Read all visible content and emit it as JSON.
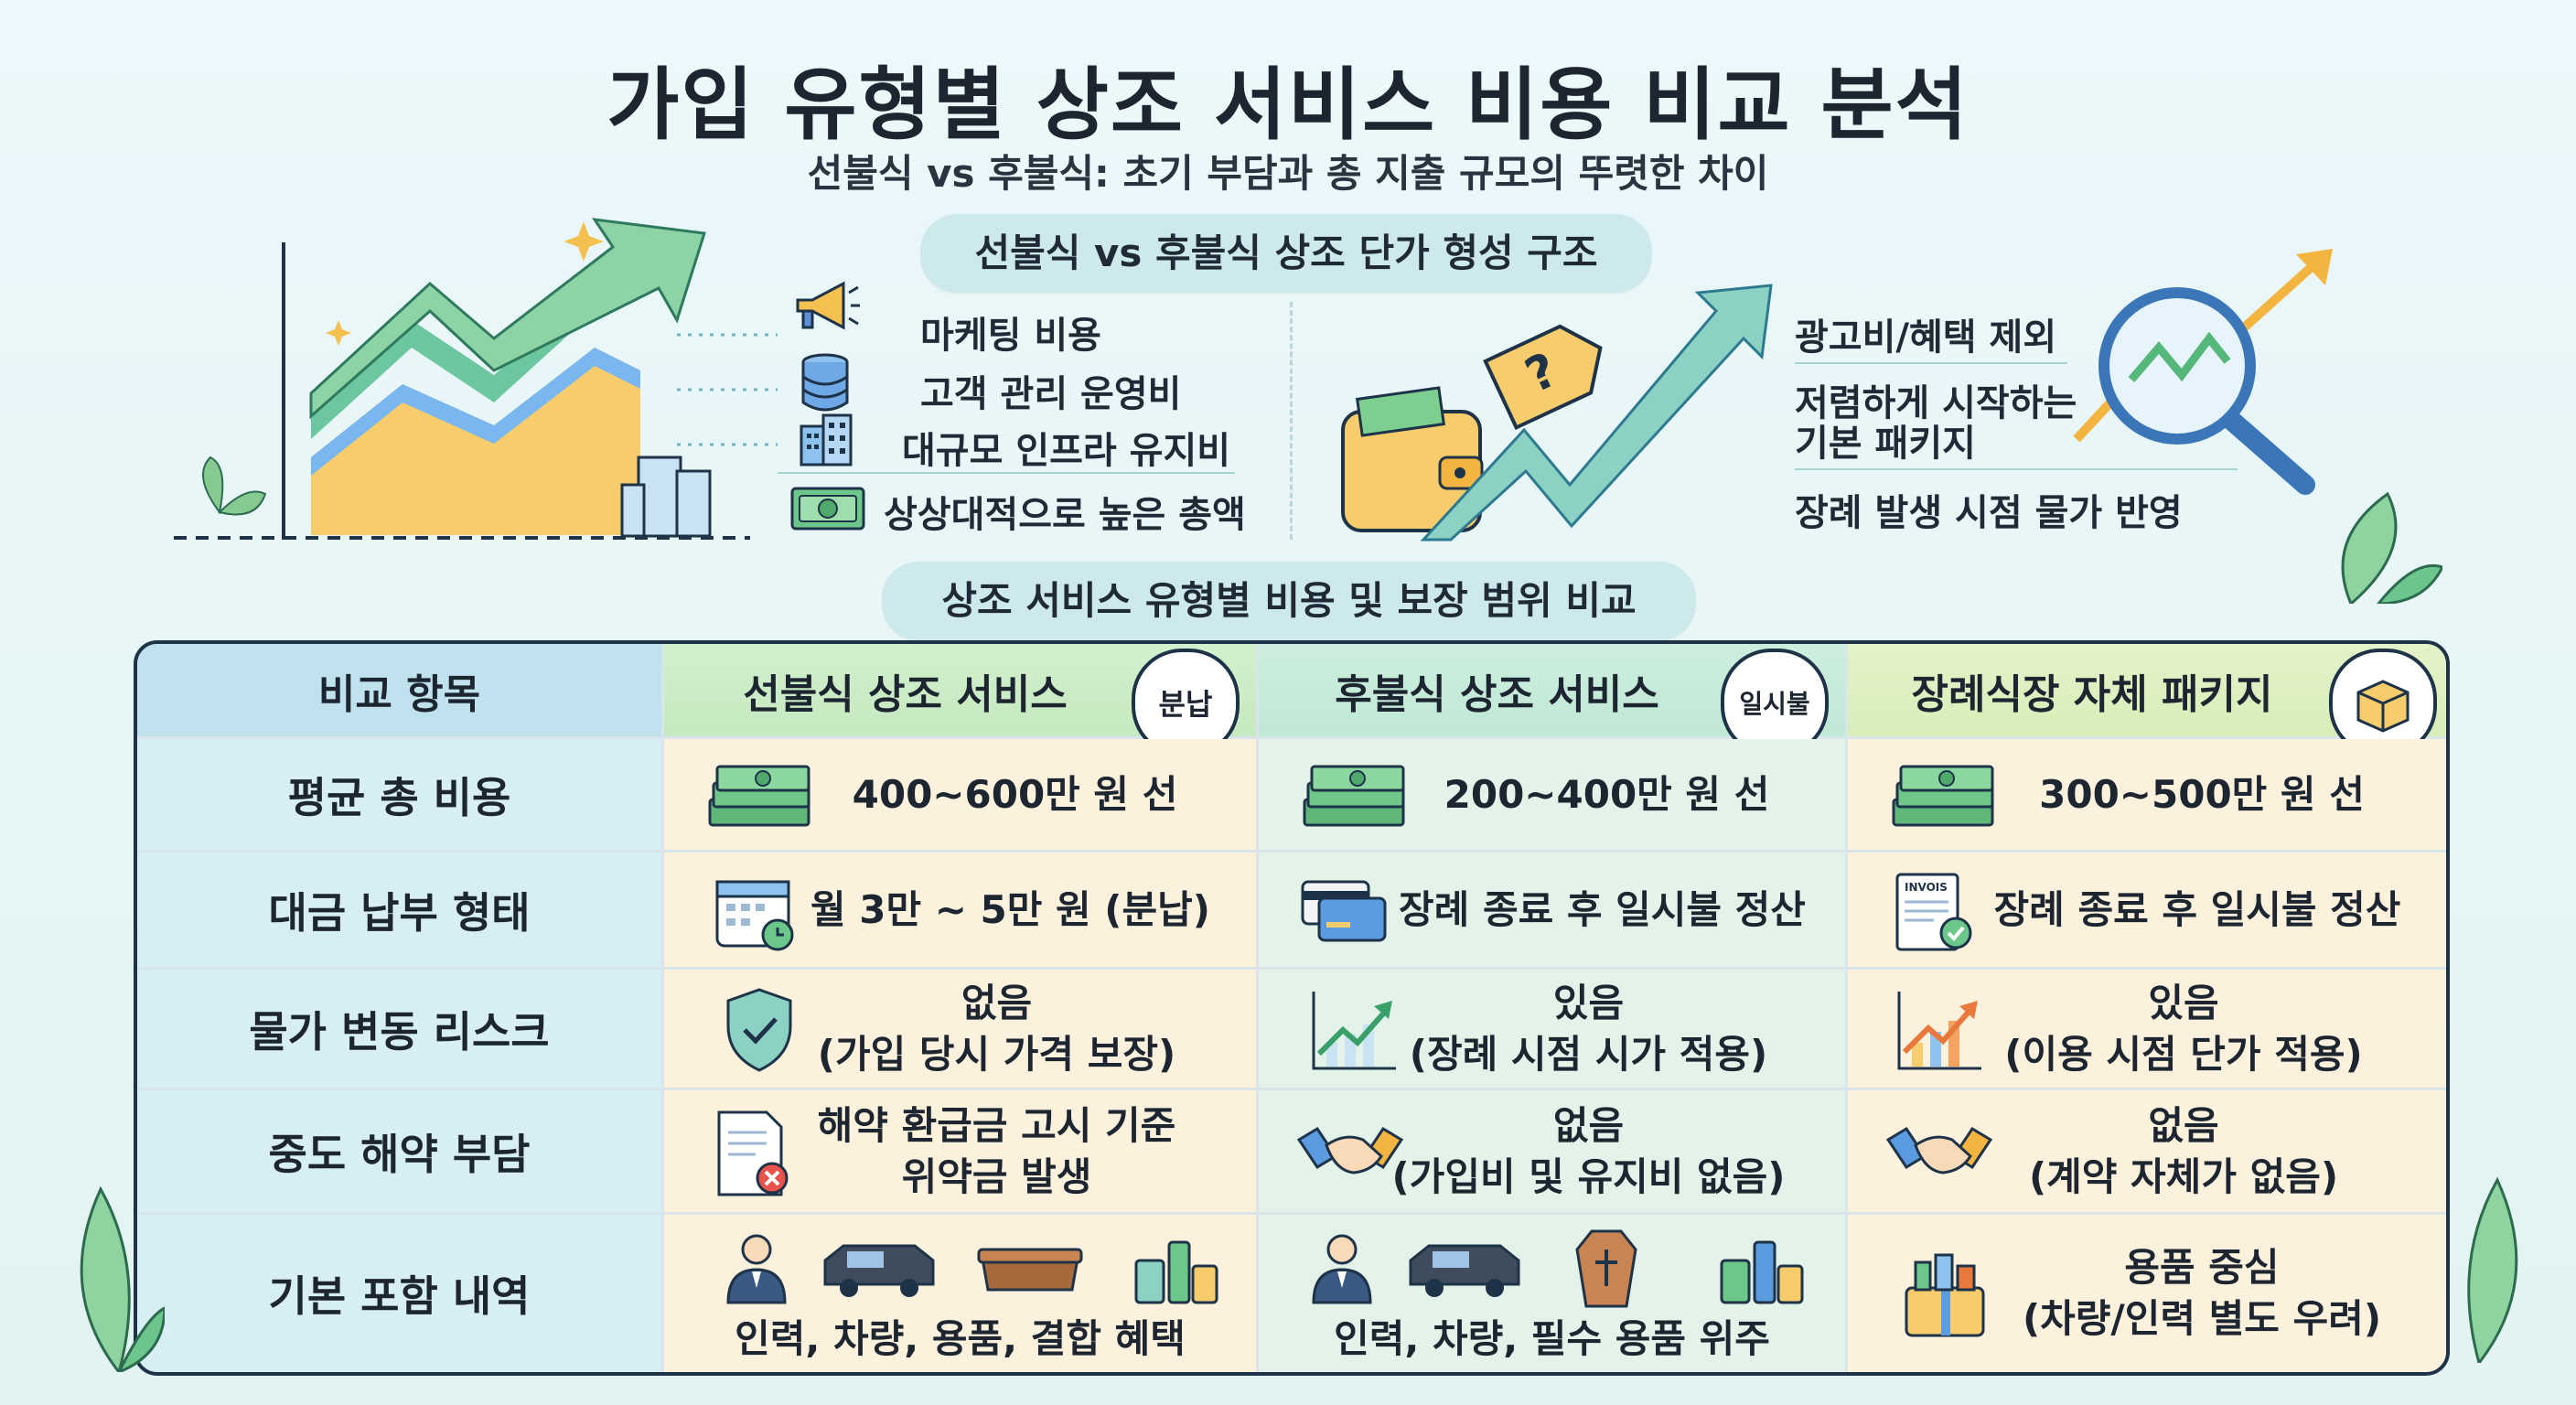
{
  "header": {
    "title": "가입 유형별 상조 서비스 비용 비교 분석",
    "subtitle": "선불식 vs 후불식: 초기 부담과 총 지출 규모의 뚜렷한 차이"
  },
  "structure": {
    "heading": "선불식 vs 후불식 상조 단가 형성 구조",
    "prepaid_items": [
      "마케팅 비용",
      "고객 관리 운영비",
      "대규모 인프라 유지비",
      "상상대적으로 높은 총액"
    ],
    "postpaid_items": [
      "광고비/혜택 제외",
      "저렴하게 시작하는",
      "기본 패키지",
      "장례 발생 시점 물가 반영"
    ]
  },
  "comparison": {
    "heading": "상조 서비스 유형별 비용 및 보장 범위 비교",
    "columns": [
      "비교 항목",
      "선불식 상조 서비스",
      "후불식 상조 서비스",
      "장례식장 자체 패키지"
    ],
    "column_badges": [
      "분납",
      "일시불"
    ],
    "rows": [
      {
        "label": "평균 총 비용",
        "prepaid": "400~600만 원 선",
        "postpaid": "200~400만 원 선",
        "funeral_home": "300~500만 원 선"
      },
      {
        "label": "대금 납부 형태",
        "prepaid": "월 3만 ~ 5만 원 (분납)",
        "postpaid": "장례 종료 후 일시불 정산",
        "funeral_home": "장례 종료 후 일시불 정산"
      },
      {
        "label": "물가 변동 리스크",
        "prepaid": [
          "없음",
          "(가입 당시 가격 보장)"
        ],
        "postpaid": [
          "있음",
          "(장례 시점 시가 적용)"
        ],
        "funeral_home": [
          "있음",
          "(이용 시점 단가 적용)"
        ]
      },
      {
        "label": "중도 해약 부담",
        "prepaid": [
          "해약 환급금 고시 기준",
          "위약금 발생"
        ],
        "postpaid": [
          "없음",
          "(가입비 및 유지비 없음)"
        ],
        "funeral_home": [
          "없음",
          "(계약 자체가 없음)"
        ]
      },
      {
        "label": "기본 포함 내역",
        "prepaid": "인력, 차량, 용품, 결합 혜택",
        "postpaid": "인력, 차량, 필수 용품 위주",
        "funeral_home": [
          "용품 중심",
          "(차량/인력 별도 우려)"
        ]
      }
    ],
    "invoice_text": "INVOIS"
  },
  "colors": {
    "border": "#1e3348",
    "prepaid": "#fbf1dc",
    "postpaid": "#e3f3ea",
    "label": "#d8eef5"
  }
}
